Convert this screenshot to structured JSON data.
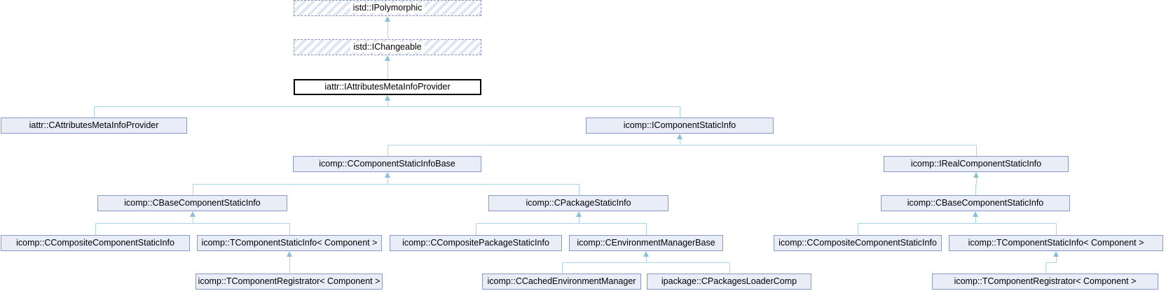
{
  "diagram": {
    "type": "class-inheritance-graph",
    "nodes": [
      {
        "id": "ipolymorphic",
        "label": "istd::IPolymorphic",
        "variant": "hatched"
      },
      {
        "id": "ichangeable",
        "label": "istd::IChangeable",
        "variant": "hatched"
      },
      {
        "id": "iattributesmetainfoprovider",
        "label": "iattr::IAttributesMetaInfoProvider",
        "variant": "current"
      },
      {
        "id": "cattributesmetainfoprovider",
        "label": "iattr::CAttributesMetaInfoProvider",
        "variant": "normal"
      },
      {
        "id": "icomponentstaticinfo",
        "label": "icomp::IComponentStaticInfo",
        "variant": "normal"
      },
      {
        "id": "ccomponentstaticinfobase",
        "label": "icomp::CComponentStaticInfoBase",
        "variant": "normal"
      },
      {
        "id": "irealcomponentstaticinfo",
        "label": "icomp::IRealComponentStaticInfo",
        "variant": "normal"
      },
      {
        "id": "cbasecomponentstaticinfo_l",
        "label": "icomp::CBaseComponentStaticInfo",
        "variant": "normal"
      },
      {
        "id": "cpackagestaticinfo",
        "label": "icomp::CPackageStaticInfo",
        "variant": "normal"
      },
      {
        "id": "cbasecomponentstaticinfo_r",
        "label": "icomp::CBaseComponentStaticInfo",
        "variant": "normal"
      },
      {
        "id": "ccompositecomponentstaticinfo_l",
        "label": "icomp::CCompositeComponentStaticInfo",
        "variant": "normal"
      },
      {
        "id": "tcomponentstaticinfo_l",
        "label": "icomp::TComponentStaticInfo< Component >",
        "variant": "normal"
      },
      {
        "id": "ccompositepackagestaticinfo",
        "label": "icomp::CCompositePackageStaticInfo",
        "variant": "normal"
      },
      {
        "id": "cenvironmentmanagerbase",
        "label": "icomp::CEnvironmentManagerBase",
        "variant": "normal"
      },
      {
        "id": "ccompositecomponentstaticinfo_r",
        "label": "icomp::CCompositeComponentStaticInfo",
        "variant": "normal"
      },
      {
        "id": "tcomponentstaticinfo_r",
        "label": "icomp::TComponentStaticInfo< Component >",
        "variant": "normal"
      },
      {
        "id": "tcomponentregistrator_l",
        "label": "icomp::TComponentRegistrator< Component >",
        "variant": "normal"
      },
      {
        "id": "ccachedenvironmentmanager",
        "label": "icomp::CCachedEnvironmentManager",
        "variant": "normal"
      },
      {
        "id": "cpackagesloadercomp",
        "label": "ipackage::CPackagesLoaderComp",
        "variant": "normal"
      },
      {
        "id": "tcomponentregistrator_r",
        "label": "icomp::TComponentRegistrator< Component >",
        "variant": "normal"
      }
    ],
    "edges": [
      {
        "parent": "ipolymorphic",
        "children": [
          "ichangeable"
        ]
      },
      {
        "parent": "ichangeable",
        "children": [
          "iattributesmetainfoprovider"
        ]
      },
      {
        "parent": "iattributesmetainfoprovider",
        "children": [
          "cattributesmetainfoprovider",
          "icomponentstaticinfo"
        ]
      },
      {
        "parent": "icomponentstaticinfo",
        "children": [
          "ccomponentstaticinfobase",
          "irealcomponentstaticinfo"
        ]
      },
      {
        "parent": "ccomponentstaticinfobase",
        "children": [
          "cbasecomponentstaticinfo_l",
          "cpackagestaticinfo"
        ]
      },
      {
        "parent": "irealcomponentstaticinfo",
        "children": [
          "cbasecomponentstaticinfo_r"
        ]
      },
      {
        "parent": "cbasecomponentstaticinfo_l",
        "children": [
          "ccompositecomponentstaticinfo_l",
          "tcomponentstaticinfo_l"
        ]
      },
      {
        "parent": "cpackagestaticinfo",
        "children": [
          "ccompositepackagestaticinfo",
          "cenvironmentmanagerbase"
        ]
      },
      {
        "parent": "cbasecomponentstaticinfo_r",
        "children": [
          "ccompositecomponentstaticinfo_r",
          "tcomponentstaticinfo_r"
        ]
      },
      {
        "parent": "tcomponentstaticinfo_l",
        "children": [
          "tcomponentregistrator_l"
        ]
      },
      {
        "parent": "cenvironmentmanagerbase",
        "children": [
          "ccachedenvironmentmanager",
          "cpackagesloadercomp"
        ]
      },
      {
        "parent": "tcomponentstaticinfo_r",
        "children": [
          "tcomponentregistrator_r"
        ]
      }
    ],
    "colors": {
      "background": "#ffffff",
      "text": "#000000",
      "node_fill": "#e8edf7",
      "node_border": "#8a99c2",
      "current_border": "#000000",
      "hatch_stripe": "#dfe5f3",
      "edge_line": "#aad5e8",
      "edge_arrow": "#8cc0d8"
    }
  }
}
